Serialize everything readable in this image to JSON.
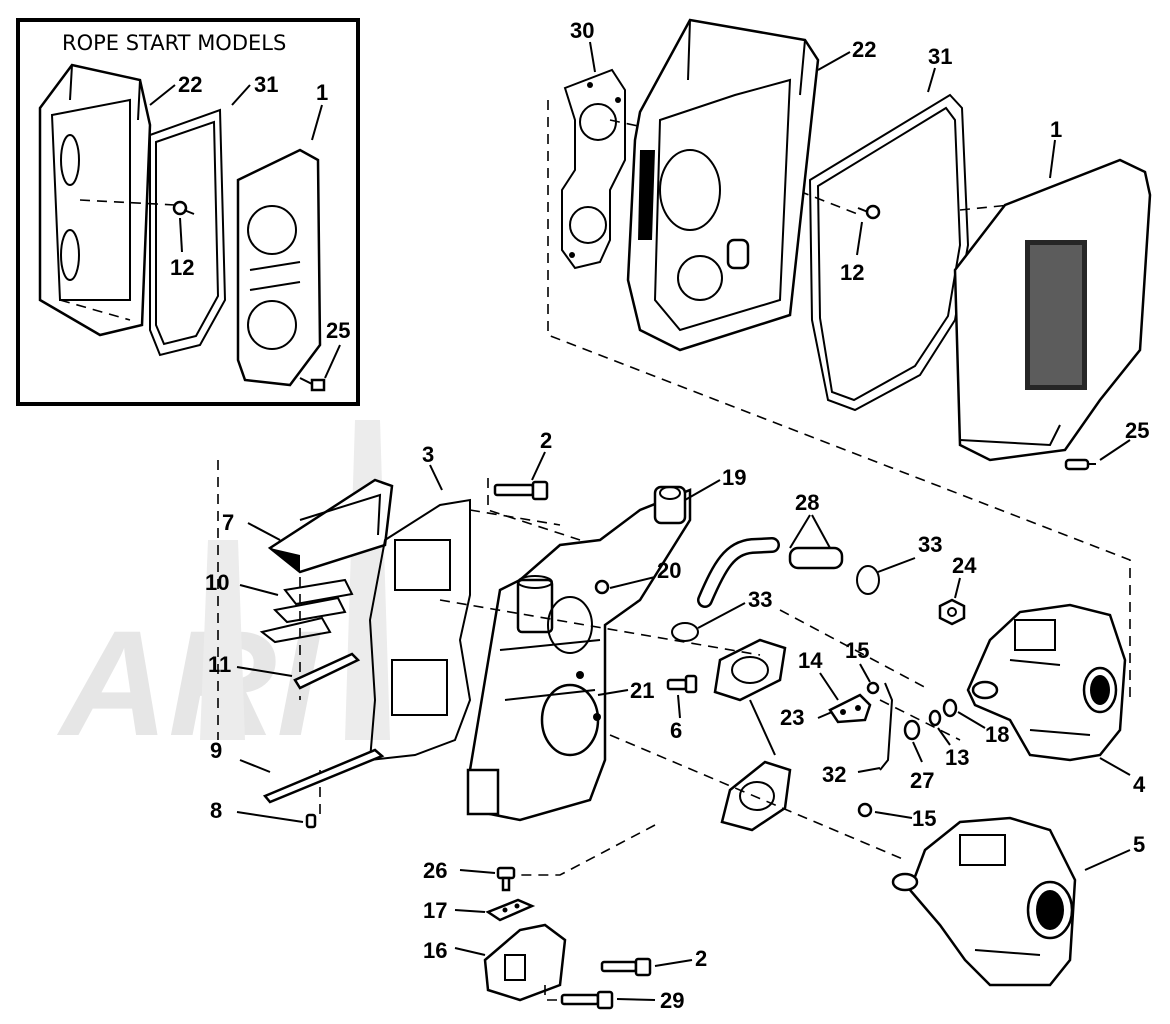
{
  "watermark": "ARI",
  "inset": {
    "title": "ROPE START MODELS",
    "callouts": {
      "c22": "22",
      "c31": "31",
      "c1": "1",
      "c12": "12",
      "c25": "25"
    }
  },
  "callouts": {
    "c30": "30",
    "c22": "22",
    "c31": "31",
    "c1": "1",
    "c12": "12",
    "c25": "25",
    "c3": "3",
    "c2a": "2",
    "c19": "19",
    "c28": "28",
    "c33a": "33",
    "c24": "24",
    "c7": "7",
    "c10": "10",
    "c20": "20",
    "c33b": "33",
    "c11": "11",
    "c14": "14",
    "c15a": "15",
    "c21": "21",
    "c6": "6",
    "c23": "23",
    "c18": "18",
    "c13": "13",
    "c9": "9",
    "c32": "32",
    "c27": "27",
    "c4": "4",
    "c8": "8",
    "c15b": "15",
    "c5": "5",
    "c26": "26",
    "c17": "17",
    "c16": "16",
    "c2b": "2",
    "c29": "29"
  }
}
